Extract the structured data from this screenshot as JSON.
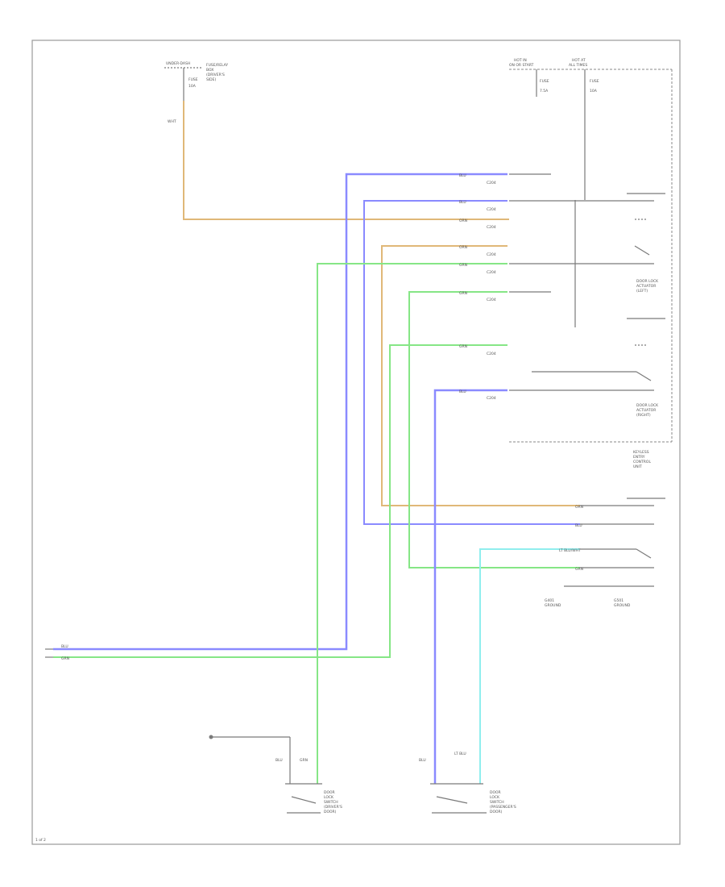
{
  "colors": {
    "blue": "#8a8aff",
    "green": "#86e686",
    "orange": "#e0b878",
    "cyan": "#90eeee",
    "gray_wire": "#7a7a7a",
    "frame": "#9a9a9a",
    "background": "#ffffff"
  },
  "labels": {
    "fuse_box_top": "UNDER-DASH",
    "fuse_box_top_desc_1": "FUSE/RELAY",
    "fuse_box_top_desc_2": "BOX",
    "fuse_box_top_desc_3": "(DRIVER'S",
    "fuse_box_top_desc_4": "SIDE)",
    "fuse_top_1": "FUSE",
    "fuse_top_2": "10A",
    "wire_top_left": "WHT",
    "hot_label_1": "HOT IN",
    "hot_label_1b": "ON OR START",
    "hot_label_2": "HOT AT",
    "hot_label_2b": "ALL TIMES",
    "fuse_r1": "FUSE",
    "fuse_r1b": "7.5A",
    "fuse_r2": "FUSE",
    "fuse_r2b": "10A",
    "conn_1": "BLU",
    "conn_2": "GRN",
    "conn_3": "ORN",
    "conn_4": "BLU",
    "conn_5": "GRN",
    "conn_6": "BLU",
    "conn_7": "ORN",
    "conn_8": "GRN",
    "pin": "C204",
    "switch_label_1": "DOOR LOCK",
    "switch_label_1b": "ACTUATOR",
    "switch_label_1c": "(LEFT)",
    "switch_label_2": "DOOR LOCK",
    "switch_label_2b": "ACTUATOR",
    "switch_label_2c": "(RIGHT)",
    "module_label_1": "KEYLESS",
    "module_label_2": "ENTRY",
    "module_label_3": "CONTROL",
    "module_label_4": "UNIT",
    "lower_1": "GRN",
    "lower_2": "LT BLU/WHT",
    "lower_3": "BLU",
    "lower_4": "ORN",
    "ground_l": "G401",
    "ground_l2": "GROUND",
    "ground_r": "G501",
    "ground_r2": "GROUND",
    "left_wire_1": "BLU",
    "left_wire_2": "GRN",
    "bottom_l_1": "BLU",
    "bottom_l_2": "GRN",
    "bottom_l_sw_1": "DOOR",
    "bottom_l_sw_2": "LOCK",
    "bottom_l_sw_3": "SWITCH",
    "bottom_l_sw_4": "(DRIVER'S",
    "bottom_l_sw_5": "DOOR)",
    "bottom_r_1": "BLU",
    "bottom_r_2": "LT BLU",
    "bottom_r_sw_1": "DOOR",
    "bottom_r_sw_2": "LOCK",
    "bottom_r_sw_3": "SWITCH",
    "bottom_r_sw_4": "(PASSENGER'S",
    "bottom_r_sw_5": "DOOR)",
    "page_ref": "1 of 2"
  }
}
